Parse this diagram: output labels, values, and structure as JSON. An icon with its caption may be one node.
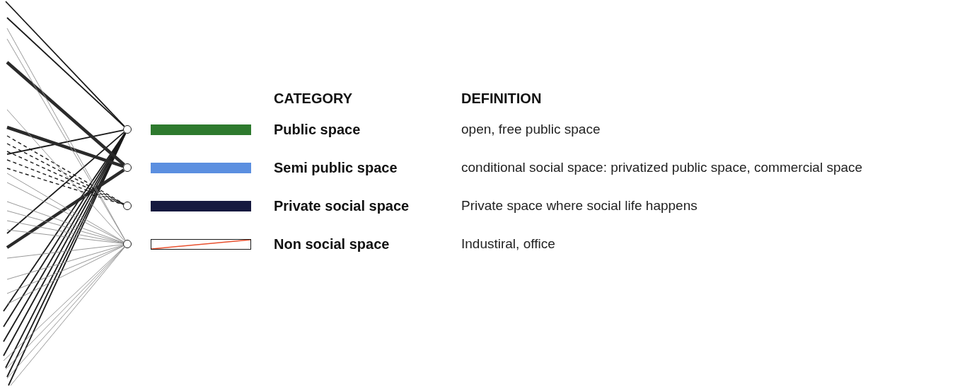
{
  "diagram": {
    "nodes": [
      {
        "text": [],
        "shape": "circle"
      },
      {
        "text": [],
        "shape": "circle"
      },
      {
        "text": [],
        "shape": "circle"
      },
      {
        "text": [],
        "shape": "circle"
      }
    ],
    "edges": [
      {
        "from": null,
        "to": 0,
        "arrow": "none",
        "color": "#1a1a1a"
      },
      {
        "from": null,
        "to": 0,
        "arrow": "none",
        "color": "#1a1a1a"
      },
      {
        "from": null,
        "to": 0,
        "arrow": "none",
        "color": "#1a1a1a"
      },
      {
        "from": null,
        "to": 0,
        "arrow": "none",
        "color": "#1a1a1a"
      },
      {
        "from": null,
        "to": 0,
        "arrow": "none",
        "color": "#1a1a1a"
      },
      {
        "from": null,
        "to": 0,
        "arrow": "none",
        "color": "#1a1a1a"
      },
      {
        "from": null,
        "to": 0,
        "arrow": "none",
        "color": "#1a1a1a"
      },
      {
        "from": null,
        "to": 0,
        "arrow": "none",
        "color": "#1a1a1a"
      },
      {
        "from": null,
        "to": 0,
        "arrow": "none",
        "color": "#1a1a1a"
      },
      {
        "from": null,
        "to": 0,
        "arrow": "none",
        "color": "#1a1a1a"
      },
      {
        "from": null,
        "to": 0,
        "arrow": "none",
        "color": "#1a1a1a"
      },
      {
        "from": null,
        "to": 1,
        "arrow": "none",
        "style": "thick",
        "color": "#2a2a2a"
      },
      {
        "from": null,
        "to": 1,
        "arrow": "none",
        "style": "thick",
        "color": "#2a2a2a"
      },
      {
        "from": null,
        "to": 1,
        "arrow": "none",
        "style": "thick",
        "color": "#2a2a2a"
      },
      {
        "from": null,
        "to": 2,
        "arrow": "none",
        "style": "dashed",
        "color": "#1a1a1a"
      },
      {
        "from": null,
        "to": 2,
        "arrow": "none",
        "style": "dashed",
        "color": "#1a1a1a"
      },
      {
        "from": null,
        "to": 2,
        "arrow": "none",
        "style": "dashed",
        "color": "#1a1a1a"
      },
      {
        "from": null,
        "to": 2,
        "arrow": "none",
        "style": "dashed",
        "color": "#1a1a1a"
      },
      {
        "from": null,
        "to": 2,
        "arrow": "none",
        "style": "dashed",
        "color": "#1a1a1a"
      },
      {
        "from": null,
        "to": 3,
        "arrow": "none",
        "color": "#8c8c8c"
      },
      {
        "from": null,
        "to": 3,
        "arrow": "none",
        "color": "#8c8c8c"
      },
      {
        "from": null,
        "to": 3,
        "arrow": "none",
        "color": "#8c8c8c"
      },
      {
        "from": null,
        "to": 3,
        "arrow": "none",
        "color": "#8c8c8c"
      },
      {
        "from": null,
        "to": 3,
        "arrow": "none",
        "color": "#8c8c8c"
      },
      {
        "from": null,
        "to": 3,
        "arrow": "none",
        "color": "#8c8c8c"
      },
      {
        "from": null,
        "to": 3,
        "arrow": "none",
        "color": "#8c8c8c"
      },
      {
        "from": null,
        "to": 3,
        "arrow": "none",
        "color": "#8c8c8c"
      },
      {
        "from": null,
        "to": 3,
        "arrow": "none",
        "color": "#8c8c8c"
      },
      {
        "from": null,
        "to": 3,
        "arrow": "none",
        "color": "#8c8c8c"
      },
      {
        "from": null,
        "to": 3,
        "arrow": "none",
        "color": "#8c8c8c"
      },
      {
        "from": null,
        "to": 3,
        "arrow": "none",
        "color": "#8c8c8c"
      },
      {
        "from": null,
        "to": 3,
        "arrow": "none",
        "color": "#8c8c8c"
      },
      {
        "from": null,
        "to": 3,
        "arrow": "none",
        "color": "#8c8c8c"
      },
      {
        "from": null,
        "to": 3,
        "arrow": "none",
        "color": "#8c8c8c"
      },
      {
        "from": null,
        "to": 3,
        "arrow": "none",
        "color": "#8c8c8c"
      },
      {
        "from": null,
        "to": 3,
        "arrow": "none",
        "color": "#8c8c8c"
      }
    ],
    "labels": [
      "CATEGORY",
      "DEFINITION",
      "open, free public space",
      "conditional social space: privatized public space, commercial space",
      "Private space where social life happens",
      "Industiral, office"
    ],
    "legend": [
      {
        "text": "Public space",
        "color": "#2e7a2e"
      },
      {
        "text": "Semi public space",
        "color": "#5b8fe0"
      },
      {
        "text": "Private social space",
        "color": "#16193f"
      },
      {
        "text": "Non social space"
      }
    ]
  }
}
